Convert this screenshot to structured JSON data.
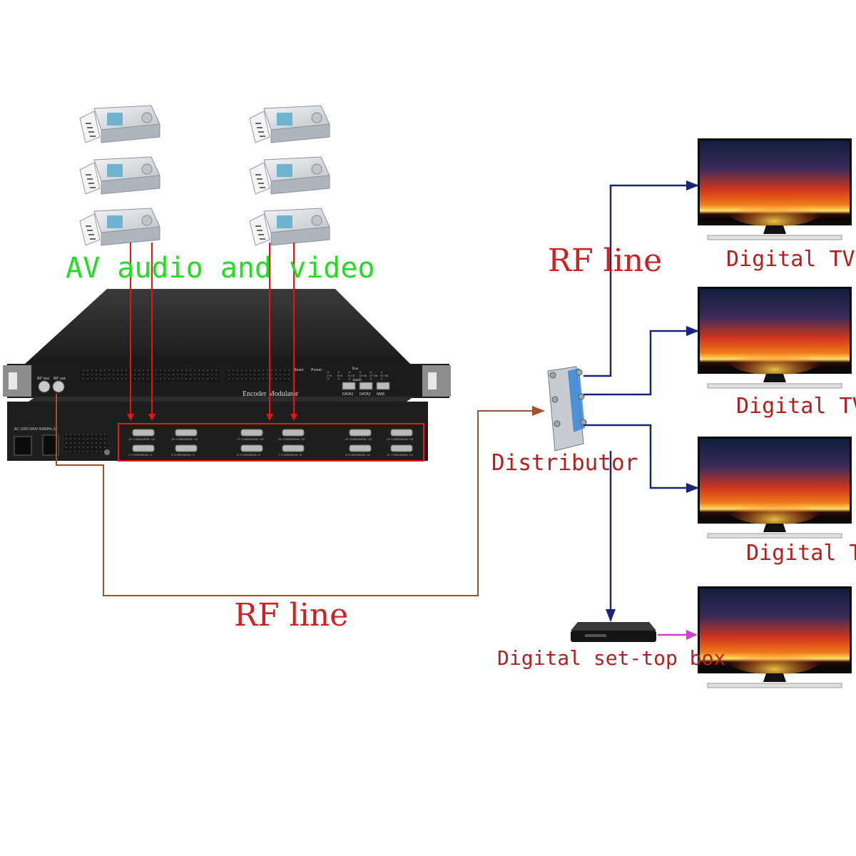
{
  "labels": {
    "av": "AV audio and video",
    "rf_top": "RF line",
    "rf_bottom": "RF line",
    "distributor": "Distributor",
    "tv1": "Digital TV",
    "tv2": "Digital TV",
    "tv3": "Digital TV",
    "stb": "Digital set-top box"
  },
  "device": {
    "name": "Encoder Modulator",
    "rf_test": "RF test",
    "rf_out": "RF out",
    "reset": "Reset",
    "power": "Power",
    "run": "Run",
    "alarm": "Alarm",
    "ports": [
      "DATA1",
      "DATA2",
      "NMS"
    ],
    "channel_groups": [
      "1~4",
      "5~8",
      "9~12",
      "13~16",
      "17~20",
      "21~24"
    ],
    "ac_label": "AC 100V-240V 50/60Hz 2A",
    "inputs_top": [
      "13~CVBS/AR/AL~14",
      "15~CVBS/AR/AL~16",
      "17~CVBS/AR/AL~18",
      "19~CVBS/AR/AL~20",
      "21~CVBS/AR/AL~22",
      "23~CVBS/AR/AL~24"
    ],
    "inputs_bottom": [
      "1~CVBS/AR/AL~2",
      "3~CVBS/AR/AL~4",
      "5~CVBS/AR/AL~6",
      "7~CVBS/AR/AL~8",
      "9~CVBS/AR/AL~10",
      "11~CVBS/AR/AL~12"
    ]
  },
  "colors": {
    "av_label": "#22dd22",
    "rf_label": "#cc2222",
    "text_label": "#b42020",
    "device_body": "#1e1e1e",
    "red_arrow": "#ee1111",
    "brown_line": "#a0522d",
    "blue_arrow": "#1a237e",
    "magenta_arrow": "#cc44cc"
  },
  "icons": {
    "receiver": "set-top-receiver-with-remote-icon",
    "tv": "flat-screen-tv-icon",
    "splitter": "rf-splitter-icon",
    "stb": "set-top-box-icon"
  }
}
